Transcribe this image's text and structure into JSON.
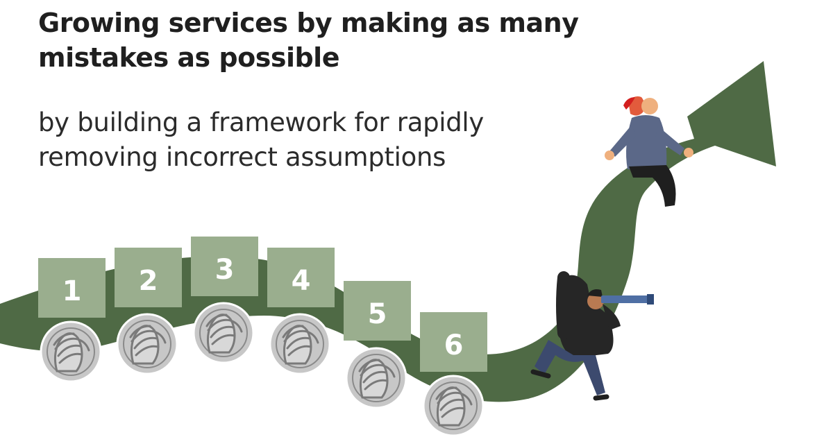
{
  "heading": {
    "title_line1": "Growing services by making as many",
    "title_line2": "mistakes as possible",
    "subtitle_line1": "by building a framework for rapidly",
    "subtitle_line2": "removing incorrect assumptions"
  },
  "steps": [
    {
      "label": "1",
      "icon": "facepalm-icon"
    },
    {
      "label": "2",
      "icon": "facepalm-icon"
    },
    {
      "label": "3",
      "icon": "facepalm-icon"
    },
    {
      "label": "4",
      "icon": "facepalm-icon"
    },
    {
      "label": "5",
      "icon": "facepalm-icon"
    },
    {
      "label": "6",
      "icon": "facepalm-icon"
    }
  ],
  "figures": [
    {
      "icon": "walking-woman-icon"
    },
    {
      "icon": "person-with-telescope-icon"
    }
  ],
  "colors": {
    "path_green": "#4f6a45",
    "step_box_green": "#9aae8e",
    "coin_bg": "#c7c7c7",
    "text_dark": "#1f1f1f"
  }
}
